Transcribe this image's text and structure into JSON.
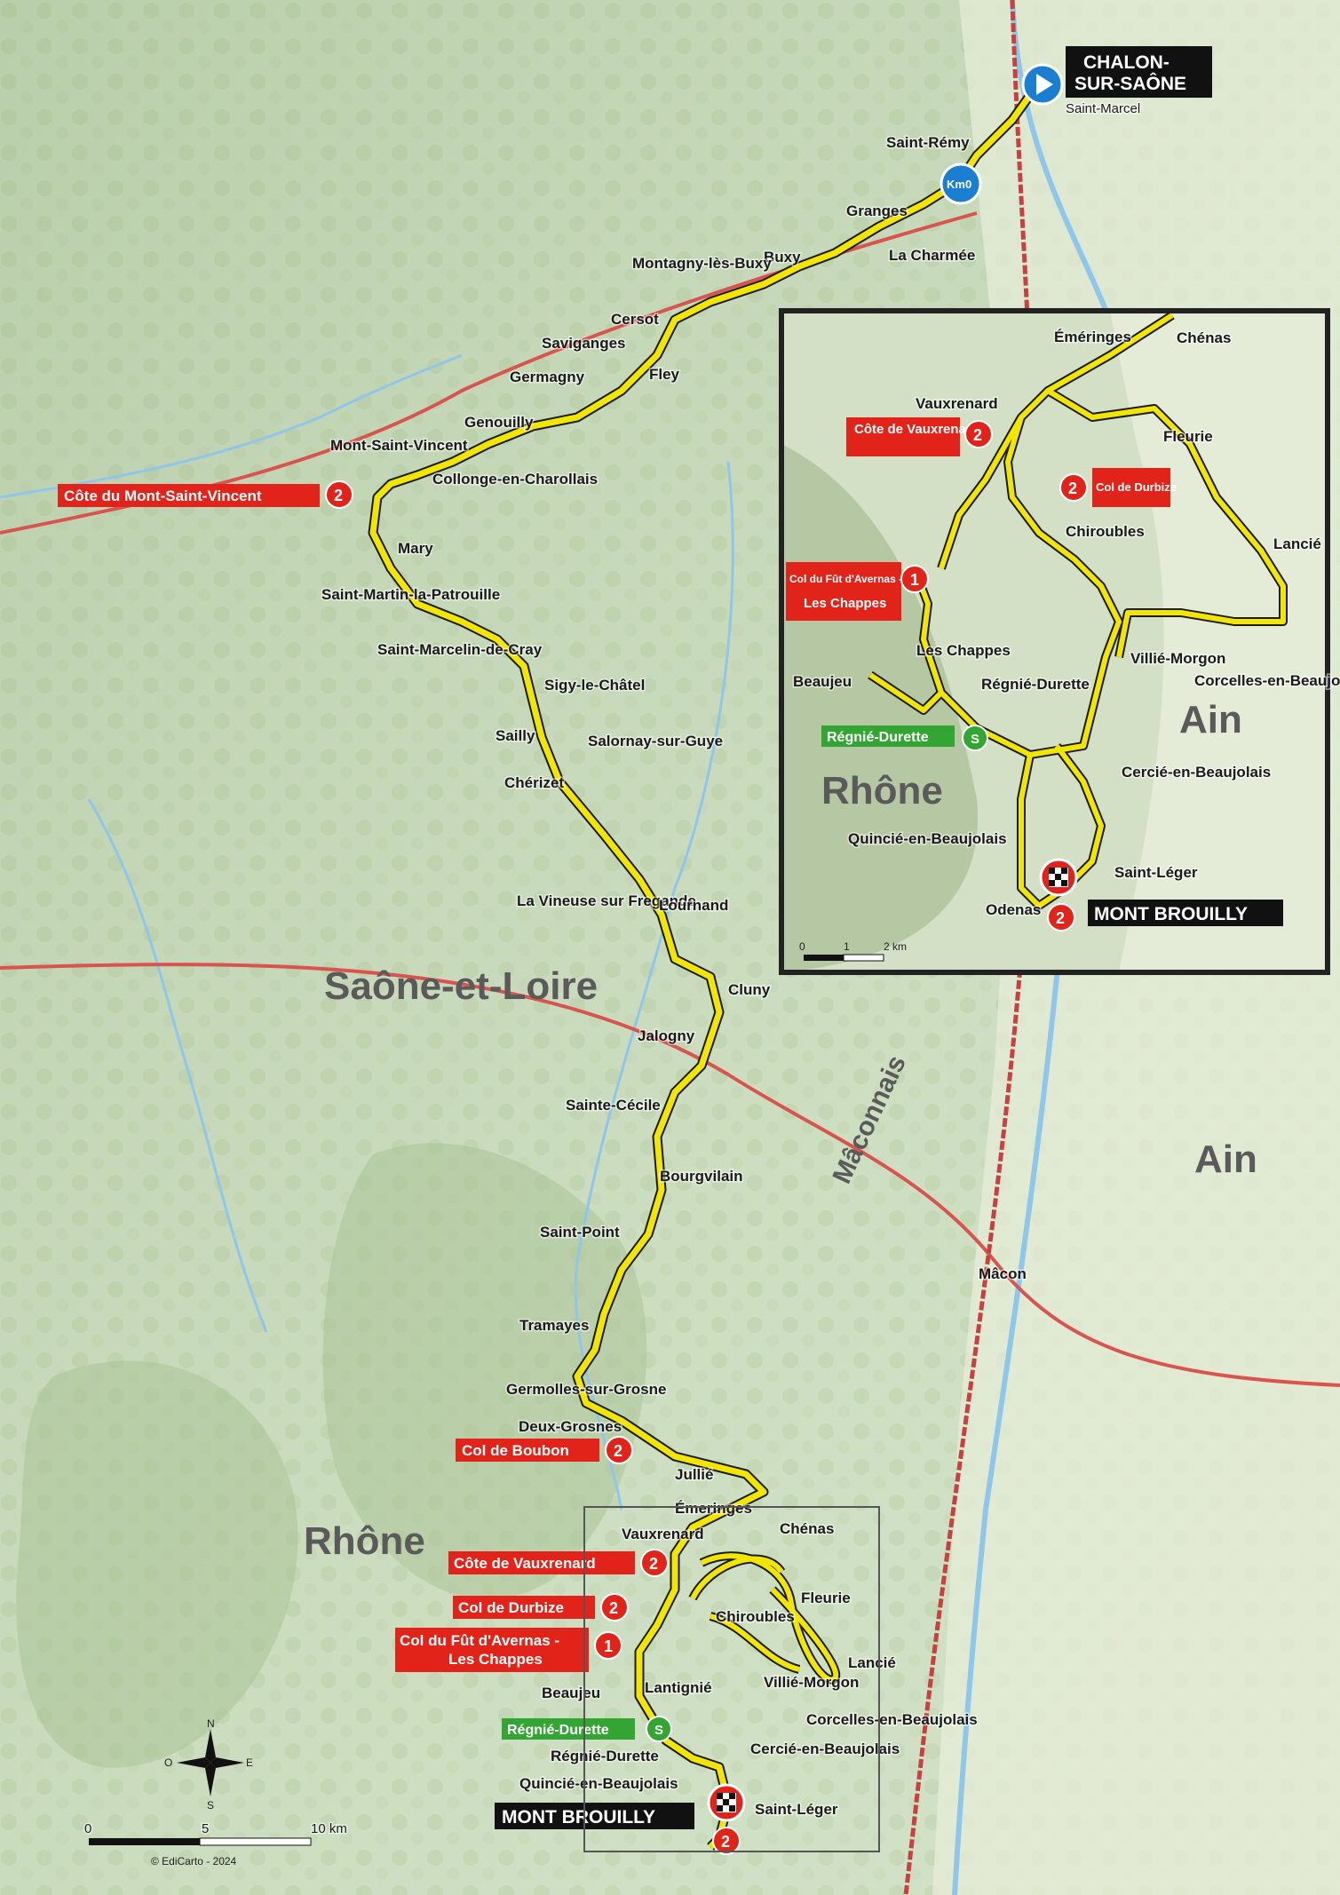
{
  "map": {
    "start": {
      "name": "CHALON-\nSUR-SAÔNE",
      "line1": "CHALON-",
      "line2": "SUR-SAÔNE"
    },
    "finish": {
      "name": "MONT BROUILLY"
    },
    "km0": "Km0",
    "copyright": "© EdiCarto - 2024",
    "scale": {
      "ticks": [
        "0",
        "5",
        "10 km"
      ]
    },
    "compass": {
      "n": "N",
      "s": "S",
      "e": "E",
      "o": "O"
    },
    "regions": [
      {
        "name": "Saône-et-Loire"
      },
      {
        "name": "Rhône"
      },
      {
        "name": "Ain"
      },
      {
        "name": "Mâconnais"
      }
    ],
    "climbs": [
      {
        "name": "Côte du Mont-Saint-Vincent",
        "cat": "2"
      },
      {
        "name": "Col de Boubon",
        "cat": "2"
      },
      {
        "name": "Côte de Vauxrenard",
        "cat": "2"
      },
      {
        "name": "Col de Durbize",
        "cat": "2"
      },
      {
        "name": "Col du Fût d'Avernas - Les Chappes",
        "line1": "Col du Fût d'Avernas -",
        "line2": "Les Chappes",
        "cat": "1"
      },
      {
        "name": "Mont Brouilly",
        "cat": "2"
      }
    ],
    "sprint": {
      "name": "Régnié-Durette",
      "icon": "S"
    },
    "places": [
      "Chalon-sur-Saône",
      "Saint-Marcel",
      "Saint-Rémy",
      "Granges",
      "La Charmée",
      "Buxy",
      "Montagny-lès-Buxy",
      "Cersot",
      "Saviganges",
      "Germagny",
      "Fley",
      "Genouilly",
      "Mont-Saint-Vincent",
      "Collonge-en-Charollais",
      "Mary",
      "Saint-Martin-la-Patrouille",
      "Saint-Marcelin-de-Cray",
      "Sigy-le-Châtel",
      "Sailly",
      "Salornay-sur-Guye",
      "Chérizet",
      "La Vineuse sur Fregande",
      "Lournand",
      "Cluny",
      "Jalogny",
      "Sainte-Cécile",
      "Bourgvilain",
      "Saint-Point",
      "Tramayes",
      "Germolles-sur-Grosne",
      "Deux-Grosnes",
      "Jullié",
      "Émeringes",
      "Chénas",
      "Vauxrenard",
      "Fleurie",
      "Chiroubles",
      "Lancié",
      "Lantignié",
      "Villié-Morgon",
      "Corcelles-en-Beaujolais",
      "Beaujeu",
      "Régnié-Durette",
      "Cercié-en-Beaujolais",
      "Quincié-en-Beaujolais",
      "Saint-Léger",
      "Odenas",
      "Les Chappes",
      "Mâcon"
    ],
    "inset": {
      "title": "Détail",
      "places": [
        "Éméringes",
        "Chénas",
        "Vauxrenard",
        "Fleurie",
        "Chiroubles",
        "Lancié",
        "Les Chappes",
        "Beaujeu",
        "Régnié-Durette",
        "Villié-Morgon",
        "Corcelles-en-Beaujolais",
        "Cercié-en-Beaujolais",
        "Quincié-en-Beaujolais",
        "Saint-Léger",
        "Odenas"
      ],
      "scale": [
        "0",
        "1",
        "2 km"
      ],
      "regions": [
        "Rhône",
        "Ain"
      ]
    }
  },
  "colors": {
    "route": "#f2e600",
    "route_outline": "#1a1a1a",
    "climb_red": "#e2231a",
    "start_blue": "#1b7fd1",
    "sprint_green": "#33a532",
    "label_dark": "#111111",
    "water": "#8fc6e9",
    "land": "#cfe0c4"
  }
}
